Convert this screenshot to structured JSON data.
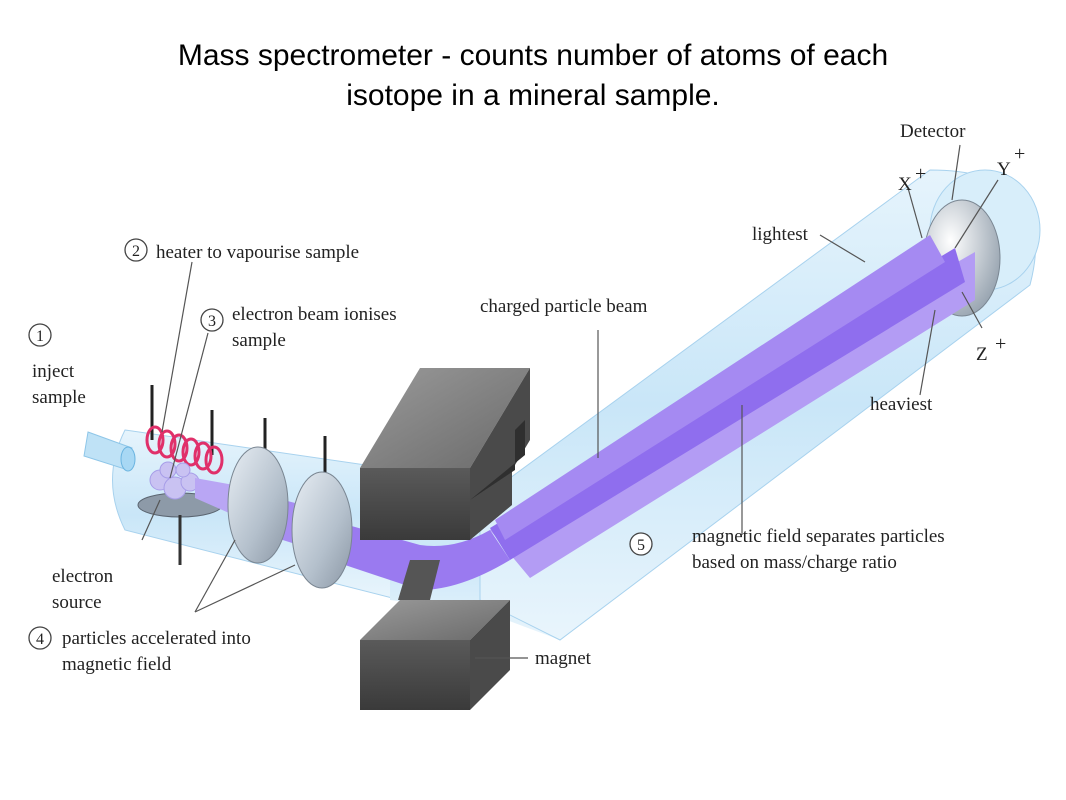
{
  "title": {
    "line1": "Mass spectrometer - counts number of atoms of each",
    "line2": "isotope in a mineral sample."
  },
  "labels": {
    "detector": "Detector",
    "x_ion": "X",
    "y_ion": "Y",
    "z_ion": "Z",
    "plus": "+",
    "lightest": "lightest",
    "heaviest": "heaviest",
    "heater": "heater to vapourise sample",
    "electron_beam_line1": "electron beam ionises",
    "electron_beam_line2": "sample",
    "inject_line1": "inject",
    "inject_line2": "sample",
    "charged_beam": "charged particle beam",
    "magnetic_sep_line1": "magnetic field separates particles",
    "magnetic_sep_line2": "based on mass/charge ratio",
    "electron_source_line1": "electron",
    "electron_source_line2": "source",
    "accelerated_line1": "particles accelerated into",
    "accelerated_line2": "magnetic field",
    "magnet": "magnet"
  },
  "step_numbers": {
    "s1": "1",
    "s2": "2",
    "s3": "3",
    "s4": "4",
    "s5": "5"
  },
  "colors": {
    "tube": "#cfe8f8",
    "beam": "#9a7af0",
    "beam_dark": "#7a5ae0",
    "magnet": "#555555",
    "heater_coil": "#e0306a"
  }
}
